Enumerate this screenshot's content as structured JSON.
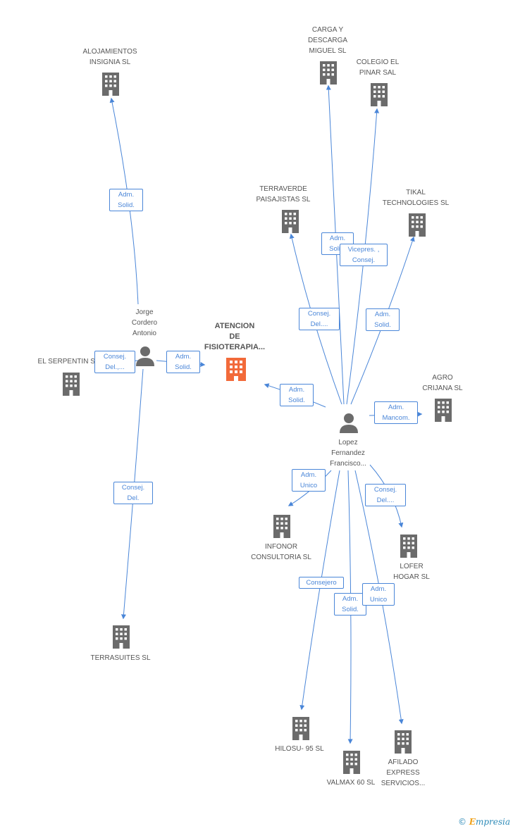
{
  "colors": {
    "edge": "#4a86d8",
    "node": "#6b6b6b",
    "main_node": "#f26a3a",
    "label": "#555555"
  },
  "main": {
    "label": "ATENCION\nDE\nFISIOTERAPIA..."
  },
  "persons": {
    "jorge": {
      "label": "Jorge\nCordero\nAntonio"
    },
    "lopez": {
      "label": "Lopez\nFernandez\nFrancisco..."
    }
  },
  "companies": {
    "alojamientos": "ALOJAMIENTOS\nINSIGNIA SL",
    "carga": "CARGA Y\nDESCARGA\nMIGUEL SL",
    "colegio": "COLEGIO EL\nPINAR SAL",
    "terraverde": "TERRAVERDE\nPAISAJISTAS SL",
    "tikal": "TIKAL\nTECHNOLOGIES SL",
    "serpentin": "EL SERPENTIN SL",
    "agro": "AGRO\nCRIJANA SL",
    "infonor": "INFONOR\nCONSULTORIA SL",
    "lofer": "LOFER\nHOGAR SL",
    "terrasuites": "TERRASUITES SL",
    "hilosu": "HILOSU- 95 SL",
    "valmax": "VALMAX 60 SL",
    "afilado": "AFILADO\nEXPRESS\nSERVICIOS..."
  },
  "roles": {
    "jorge_alojamientos": "Adm.\nSolid.",
    "jorge_serpentin": "Consej.\nDel.,...",
    "jorge_main": "Adm.\nSolid.",
    "jorge_terrasuites": "Consej.\nDel.",
    "lopez_carga": "Adm.\nSolid.",
    "lopez_colegio": "Vicepres. ,\nConsej.",
    "lopez_terraverde": "Consej.\nDel....",
    "lopez_tikal": "Adm.\nSolid.",
    "lopez_main": "Adm.\nSolid.",
    "lopez_agro": "Adm.\nMancom.",
    "lopez_infonor": "Adm.\nUnico",
    "lopez_lofer": "Consej.\nDel....",
    "lopez_hilosu": "Consejero",
    "lopez_valmax": "Adm.\nSolid.",
    "lopez_afilado": "Adm.\nUnico"
  },
  "brand": {
    "copyright": "©",
    "name_initial": "E",
    "name_rest": "mpresia"
  }
}
